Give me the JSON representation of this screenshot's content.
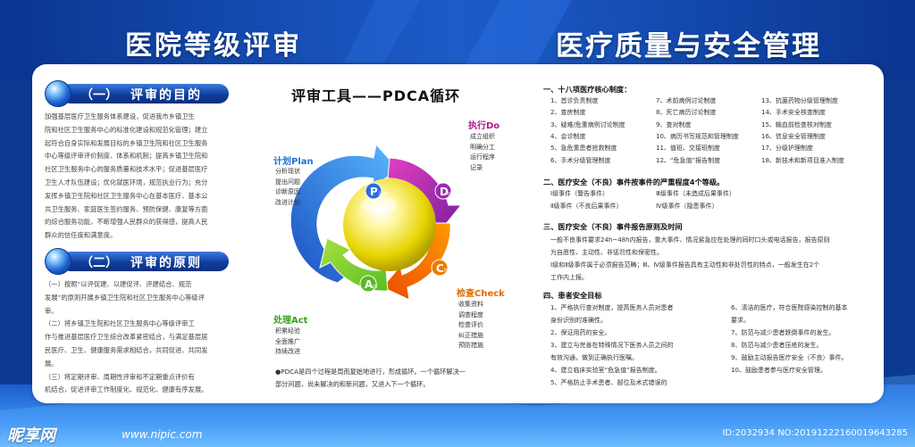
{
  "titles": {
    "left": "医院等级评审",
    "right": "医疗质量与安全管理"
  },
  "section1": {
    "num": "（一）",
    "label": "评审的目的",
    "lines": [
      "加强基层医疗卫生服务体系建设，促进我市乡镇卫生",
      "院和社区卫生服务中心的标准化建设和规范化管理；建立",
      "起符合自身实际和发展目标的乡镇卫生院和社区卫生服务",
      "中心等级评审评价制度、体系和机制；提高乡镇卫生院和",
      "社区卫生服务中心的服务质量和技术水平；促进基层医疗",
      "卫生人才队伍建设；优化就医环境，规范执业行为；充分",
      "发挥乡镇卫生院和社区卫生服务中心在基本医疗、基本公",
      "共卫生服务、家庭医生签约服务、预防保健、康复等方面",
      "的综合服务功能，不断增强人民群众的获得感，提高人民",
      "群众的信任度和满意度。"
    ]
  },
  "section2": {
    "num": "（二）",
    "label": "评审的原则",
    "lines": [
      "（一）按照“以评促建、以建促评、评建结合、规范",
      "发展”的原则开展乡镇卫生院和社区卫生服务中心等级评",
      "审。",
      "（二）将乡镇卫生院和社区卫生服务中心等级评审工",
      "作与推进基层医疗卫生综合改革紧密结合，与满足基层居",
      "民医疗、卫生、健康服务需求相结合，共同促进、共同发",
      "展。",
      "（三）将定期评审、周期性评审和不定期重点评价有",
      "机结合，促进评审工作制度化、规范化、健康有序发展。"
    ]
  },
  "pdca": {
    "title": "评审工具——PDCA循环",
    "plan": {
      "title": "计划Plan",
      "items": [
        "分析现状",
        "提出问题",
        "诊断原因",
        "改进计划"
      ],
      "letter": "P",
      "sub": "lan"
    },
    "do": {
      "title": "执行Do",
      "items": [
        "成立组织",
        "明确分工",
        "运行程序",
        "记录"
      ],
      "letter": "D",
      "sub": "o"
    },
    "check": {
      "title": "检查Check",
      "items": [
        "收集资料",
        "调查程度",
        "检查评价",
        "纠正措施",
        "预防措施"
      ],
      "letter": "C",
      "sub": "heck"
    },
    "act": {
      "title": "处理Act",
      "items": [
        "积累经验",
        "全面推广",
        "持续改进"
      ],
      "letter": "A",
      "sub": "ct"
    },
    "note_lines": [
      "●PDCA是四个过程是周而复始地进行，形成循环。一个循环解决一",
      "部分问题，尚未解决的和新问题，又进入下一个循环。"
    ]
  },
  "right": {
    "h1": "一、十八项医疗核心制度：",
    "core": [
      [
        "1、首诊负责制度",
        "7、术前病例讨论制度",
        "13、抗菌药物分级管理制度"
      ],
      [
        "2、查房制度",
        "8、死亡病历讨论制度",
        "14、手术安全核查制度"
      ],
      [
        "3、疑难/危重病例讨论制度",
        "9、查对制度",
        "15、输血前检查核对制度"
      ],
      [
        "4、会诊制度",
        "10、病历书写规范和管理制度",
        "16、信息安全管理制度"
      ],
      [
        "5、急危重患者抢救制度",
        "11、值班、交接班制度",
        "17、分级护理制度"
      ],
      [
        "6、手术分级管理制度",
        "12、“危急值”报告制度",
        "18、新技术和新项目准入制度"
      ]
    ],
    "h2": "二、医疗安全（不良）事件按事件的严重程度4个等级。",
    "levels": [
      [
        "Ⅰ级事件（警告事件）",
        "Ⅲ级事件（未造成后果事件）"
      ],
      [
        "Ⅱ级事件（不良后果事件）",
        "Ⅳ级事件（隐患事件）"
      ]
    ],
    "h3": "三、医疗安全（不良）事件报告原则及时间",
    "report_lines": [
      "一般不良事件要求24h~48h内报告，重大事件、情况紧急应在处理的同时口头或电话报告，报告原则",
      "为自愿性、主动性、非惩罚性和保密性。",
      "Ⅰ级和Ⅱ级事件属于必须报告范畴；Ⅲ、Ⅳ级事件报告具有主动性和非处罚性的特点，一般发生在2个",
      "工作内上报。"
    ],
    "h4": "四、患者安全目标",
    "goals_left": [
      "1、严格执行查对制度，提高医务人员对患者",
      "身份识别的准确性。",
      "2、保证用药的安全。",
      "3、建立与完善在特殊情况下医务人员之间的",
      "有效沟通，做到正确执行医嘱。",
      "4、建立临床实验室“危急值”报告制度。",
      "5、严格防止手术患者、部位及术式错误的"
    ],
    "goals_right": [
      "6、清洁的医疗，符合医院感染控制的基本",
      "要求。",
      "7、防范与减少患者跌倒事件的发生。",
      "8、防范与减少患者压疮的发生。",
      "9、鼓励主动报告医疗安全（不良）事件。",
      "10、鼓励患者参与医疗安全管理。"
    ]
  },
  "footer": {
    "logo": "昵享网",
    "url": "www.nipic.com",
    "id": "ID:2032934 NO:20191222160019643285"
  }
}
